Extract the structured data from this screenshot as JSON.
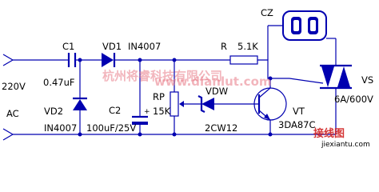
{
  "labels": {
    "cz": "CZ",
    "c1": "C1",
    "vd1": "VD1",
    "vd1_type": "IN4007",
    "r": "R",
    "r_value": "5.1K",
    "c1_value": "0.47uF",
    "v220": "220V",
    "ac": "AC",
    "vd2": "VD2",
    "vd2_type": "IN4007",
    "c2": "C2",
    "c2_value": "100uF/25V",
    "rp": "RP",
    "rp_value": "15K",
    "vdw": "VDW",
    "vdw_type": "2CW12",
    "vt": "VT",
    "vt_type": "3DA87C",
    "vs": "VS",
    "vs_rating": "6A/600V"
  },
  "watermarks": {
    "company_cn": "杭州将睿科技有限公司",
    "site_url": "www.dianlut.com",
    "corner_cn": "接线图",
    "corner_url": "jiexiantu.com"
  },
  "colors": {
    "wire": "#0000b0",
    "watermark": "#e87a87"
  }
}
